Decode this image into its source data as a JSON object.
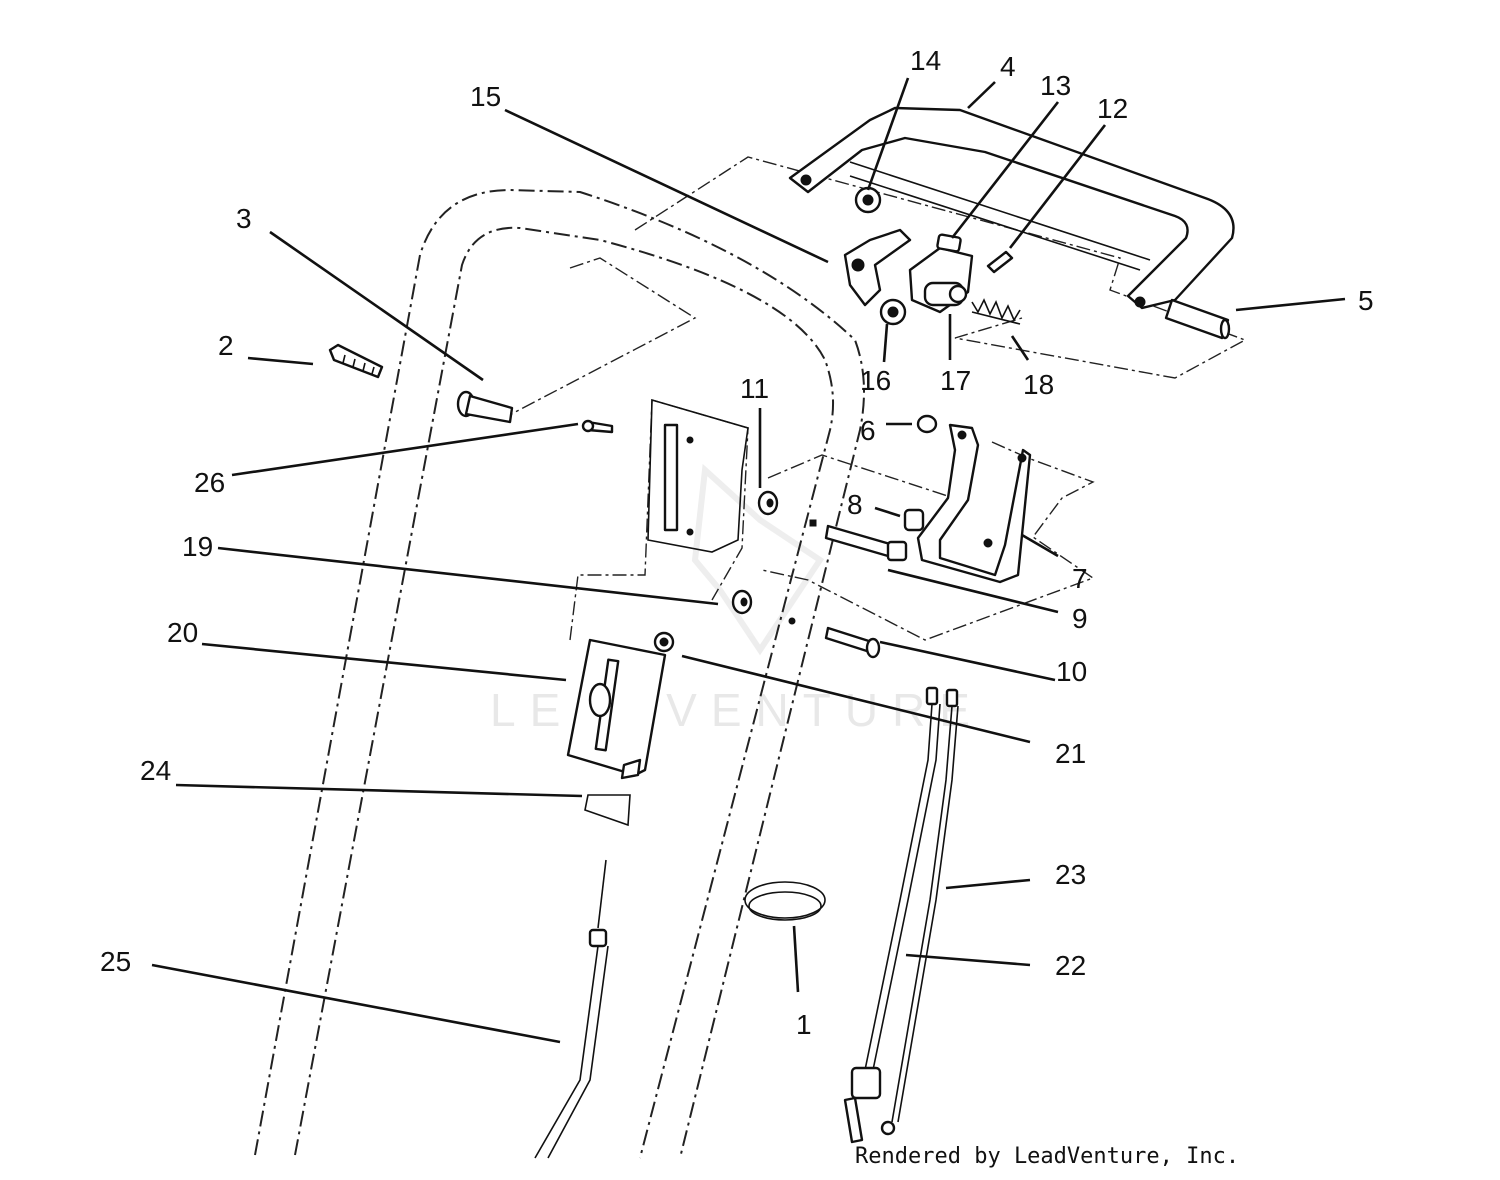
{
  "watermark": "LEADVENTURE",
  "credit": "Rendered by LeadVenture, Inc.",
  "callouts": [
    {
      "id": "1",
      "label": "1"
    },
    {
      "id": "2",
      "label": "2"
    },
    {
      "id": "3",
      "label": "3"
    },
    {
      "id": "4",
      "label": "4"
    },
    {
      "id": "5",
      "label": "5"
    },
    {
      "id": "6",
      "label": "6"
    },
    {
      "id": "7",
      "label": "7"
    },
    {
      "id": "8",
      "label": "8"
    },
    {
      "id": "9",
      "label": "9"
    },
    {
      "id": "10",
      "label": "10"
    },
    {
      "id": "11",
      "label": "11"
    },
    {
      "id": "12",
      "label": "12"
    },
    {
      "id": "13",
      "label": "13"
    },
    {
      "id": "14",
      "label": "14"
    },
    {
      "id": "15",
      "label": "15"
    },
    {
      "id": "16",
      "label": "16"
    },
    {
      "id": "17",
      "label": "17"
    },
    {
      "id": "18",
      "label": "18"
    },
    {
      "id": "19",
      "label": "19"
    },
    {
      "id": "20",
      "label": "20"
    },
    {
      "id": "21",
      "label": "21"
    },
    {
      "id": "22",
      "label": "22"
    },
    {
      "id": "23",
      "label": "23"
    },
    {
      "id": "24",
      "label": "24"
    },
    {
      "id": "25",
      "label": "25"
    },
    {
      "id": "26",
      "label": "26"
    }
  ]
}
